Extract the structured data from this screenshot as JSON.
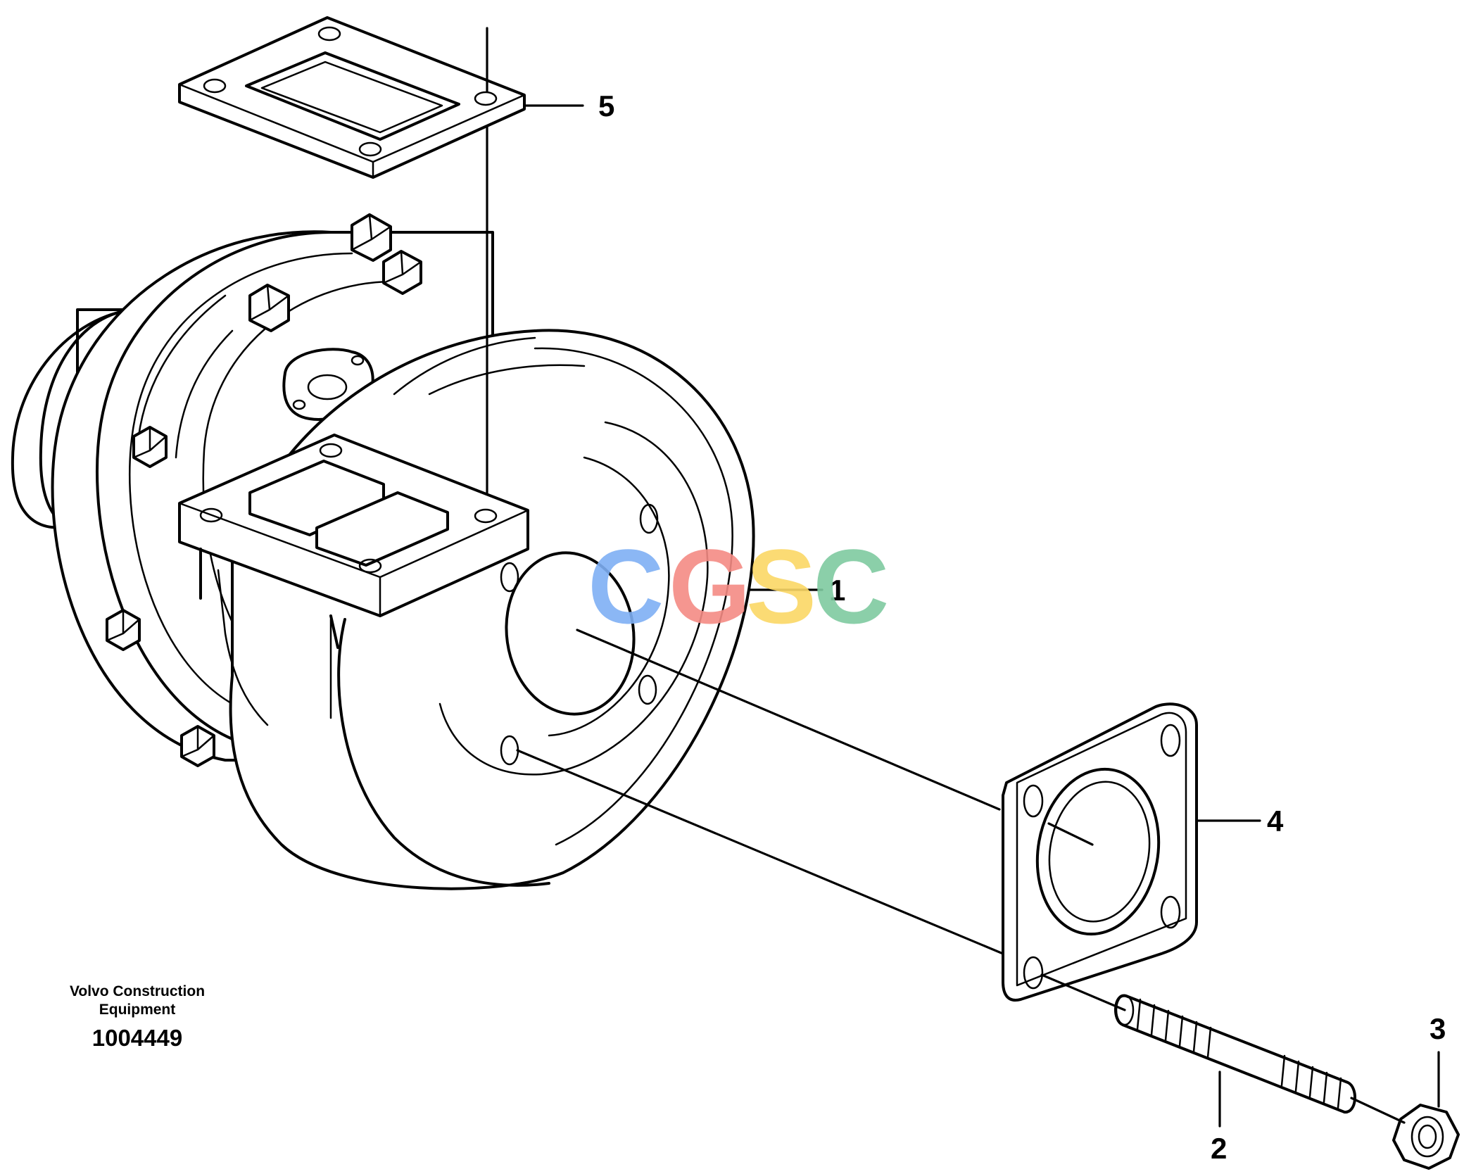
{
  "callouts": [
    {
      "id": "1",
      "label": "1"
    },
    {
      "id": "2",
      "label": "2"
    },
    {
      "id": "3",
      "label": "3"
    },
    {
      "id": "4",
      "label": "4"
    },
    {
      "id": "5",
      "label": "5"
    }
  ],
  "footer": {
    "company_line1": "Volvo Construction",
    "company_line2": "Equipment",
    "drawing_number": "1004449"
  },
  "watermark": {
    "letters": [
      "C",
      "G",
      "S",
      "C"
    ],
    "colors": [
      "#7fb0f4",
      "#f48b84",
      "#fbd865",
      "#7fcaa0"
    ]
  }
}
